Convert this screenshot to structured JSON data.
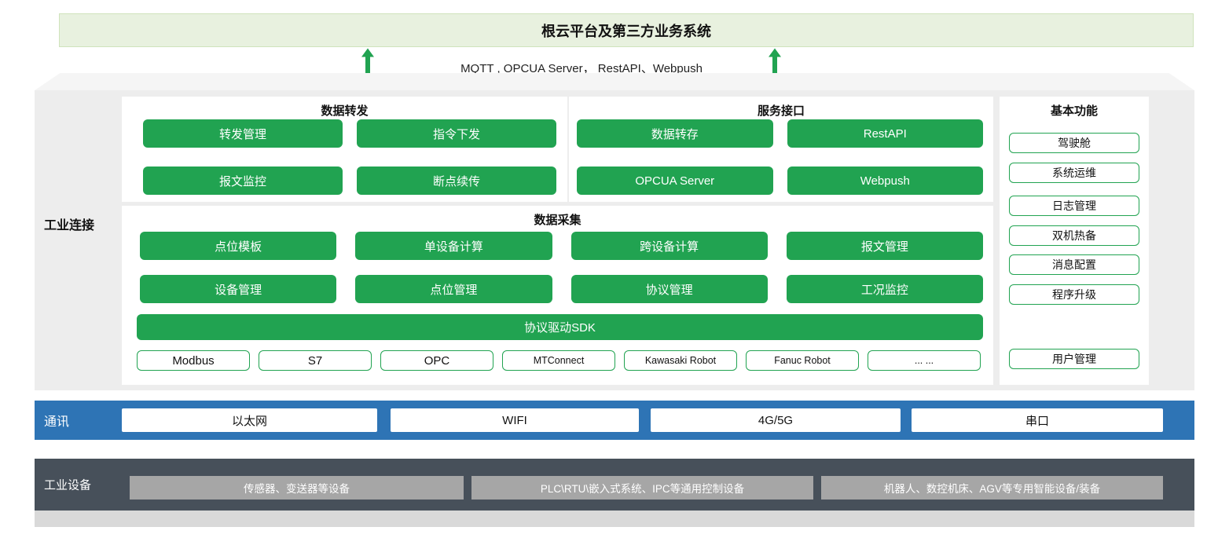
{
  "top_banner": {
    "title": "根云平台及第三方业务系统"
  },
  "protocol_line": {
    "text": "MQTT , OPCUA Server， RestAPI、Webpush"
  },
  "industrial_connect": {
    "label": "工业连接",
    "data_forward": {
      "title": "数据转发",
      "buttons": [
        "转发管理",
        "指令下发",
        "报文监控",
        "断点续传"
      ]
    },
    "service_interface": {
      "title": "服务接口",
      "buttons": [
        "数据转存",
        "RestAPI",
        "OPCUA Server",
        "Webpush"
      ]
    },
    "basic_functions": {
      "title": "基本功能",
      "items": [
        "驾驶舱",
        "系统运维",
        "日志管理",
        "双机热备",
        "消息配置",
        "程序升级",
        "用户管理"
      ]
    },
    "data_collection": {
      "title": "数据采集",
      "buttons": [
        "点位模板",
        "单设备计算",
        "跨设备计算",
        "报文管理",
        "设备管理",
        "点位管理",
        "协议管理",
        "工况监控"
      ],
      "sdk_bar": "协议驱动SDK",
      "protocols": [
        "Modbus",
        "S7",
        "OPC",
        "MTConnect",
        "Kawasaki Robot",
        "Fanuc Robot",
        "... ..."
      ]
    }
  },
  "communication": {
    "label": "通讯",
    "items": [
      "以太网",
      "WIFI",
      "4G/5G",
      "串口"
    ]
  },
  "devices": {
    "label": "工业设备",
    "items": [
      "传感器、变送器等设备",
      "PLC\\RTU\\嵌入式系统、IPC等通用控制设备",
      "机器人、数控机床、AGV等专用智能设备/装备"
    ]
  },
  "colors": {
    "green": "#21a351",
    "banner_bg": "#e8f1df",
    "banner_border": "#cfe3bc",
    "blue": "#2e74b5",
    "dark": "#47505a",
    "gray_box": "#a6a6a6",
    "main_bg": "#ededed",
    "strip": "#d9d9d9",
    "trapezoid": "#f5f5f5"
  }
}
